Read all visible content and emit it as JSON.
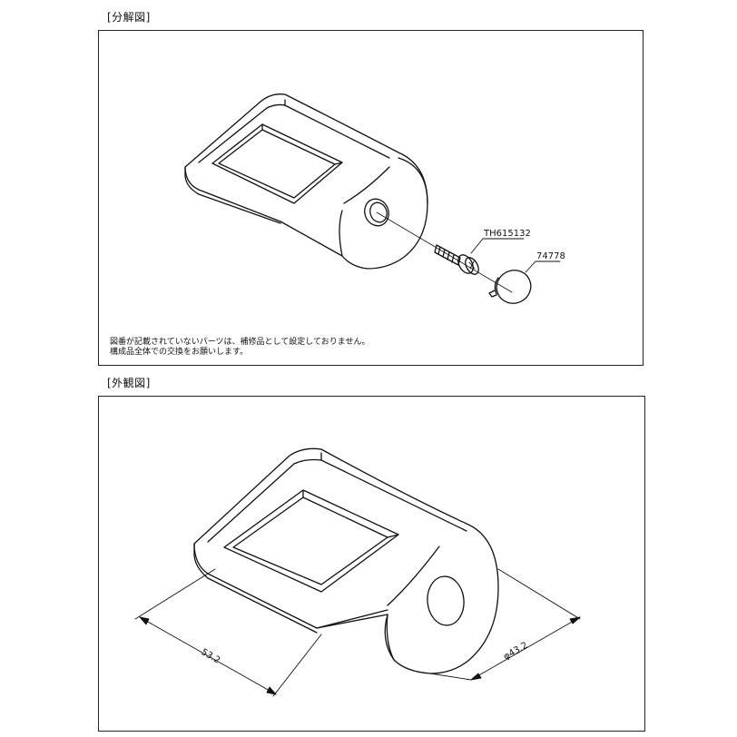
{
  "exploded": {
    "title": "[分解図]",
    "parts": [
      {
        "number": "TH615132"
      },
      {
        "number": "74778"
      }
    ],
    "notes": [
      "図番が記載されていないパーツは、補修品として設定しておりません。",
      "構成品全体での交換をお願いします。"
    ]
  },
  "exterior": {
    "title": "[外観図]",
    "dimensions": {
      "length": "53.2",
      "diameter": "φ43.2"
    }
  }
}
